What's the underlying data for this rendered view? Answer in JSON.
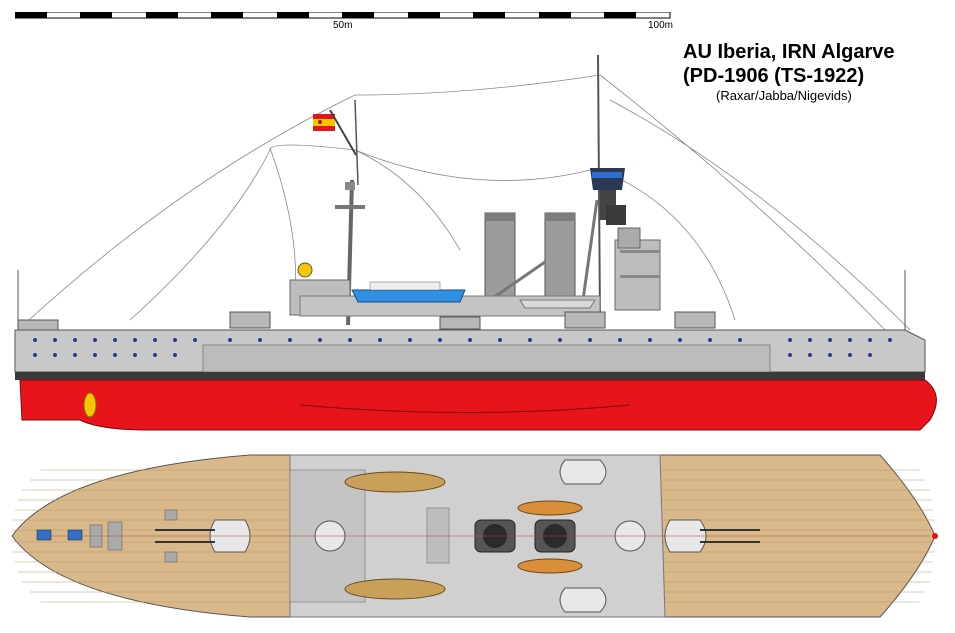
{
  "scale": {
    "label_50": "50m",
    "label_100": "100m"
  },
  "header": {
    "title": "AU Iberia, IRN Algarve",
    "subtitle": "(PD-1906 (TS-1922)",
    "credit": "(Raxar/Jabba/Nigevids)"
  },
  "colors": {
    "hull_red": "#e8141b",
    "hull_grey": "#c8c8c8",
    "boot_top": "#3a3a3a",
    "deck_wood": "#d9b98a",
    "deck_steel": "#d0d0d0",
    "boat_blue": "#2f8fe0"
  }
}
